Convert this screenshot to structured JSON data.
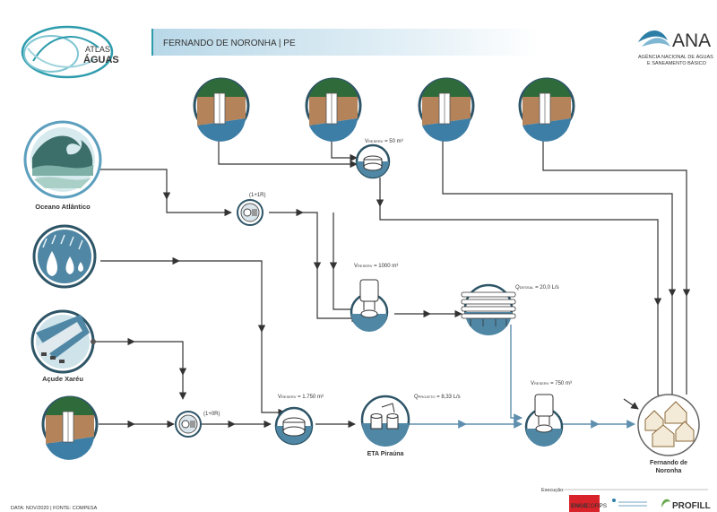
{
  "header": {
    "logo_atlas_line1": "ATLAS",
    "logo_atlas_line2": "ÁGUAS",
    "title": "FERNANDO DE NORONHA | PE",
    "ana_logo": "ANA",
    "ana_subtitle_line1": "AGÊNCIA NACIONAL DE ÁGUAS",
    "ana_subtitle_line2": "E SANEAMENTO BÁSICO"
  },
  "labels": {
    "ocean": "Oceano Atlântico",
    "acude": "Açude Xaréu",
    "eta": "ETA Piraúna",
    "dest_line1": "Fernando de",
    "dest_line2": "Noronha",
    "pump1": "(1+1R)",
    "pump2": "(1+0R)",
    "res_top": "V",
    "res_top_sub": "RESERV",
    "res_top_val": " = 50 m³",
    "res_mid": "V",
    "res_mid_sub": "RESERV",
    "res_mid_val": " = 1000 m³",
    "res_low": "V",
    "res_low_sub": "RESERV",
    "res_low_val": " = 1.750 m³",
    "res_right": "V",
    "res_right_sub": "RESERV",
    "res_right_val": " = 750 m³",
    "desal": "Q",
    "desal_sub": "DESSAL",
    "desal_val": " = 20,0 L/s",
    "eta_q": "Q",
    "eta_q_sub": "PROJETO",
    "eta_q_val": " = 8,33 L/s"
  },
  "footer": {
    "date_source": "DATA: NOV/2020 | FONTE: COMPESA",
    "execucao": "Execução:",
    "engecorps_a": "ENGE",
    "engecorps_b": "CORPS",
    "profill": "PROFILL"
  },
  "colors": {
    "well_brown": "#b5835a",
    "well_green": "#2f6b3a",
    "well_blue": "#3d7ea6",
    "node_dark": "#2e5567",
    "node_light": "#c9dfe8",
    "arrow_dark": "#333333",
    "arrow_blue": "#5f8fae",
    "header_band": "#dcebf3",
    "atlas_teal": "#2d9cad"
  },
  "icons": {
    "well": "groundwater-well-icon",
    "ocean": "ocean-wave-icon",
    "rain": "rain-drop-icon",
    "dam": "dam-reservoir-icon",
    "pump": "pump-icon",
    "reservoir": "reservoir-tank-icon",
    "elevated": "elevated-tank-icon",
    "desal": "desalination-icon",
    "eta": "treatment-plant-icon",
    "city": "city-houses-icon"
  }
}
